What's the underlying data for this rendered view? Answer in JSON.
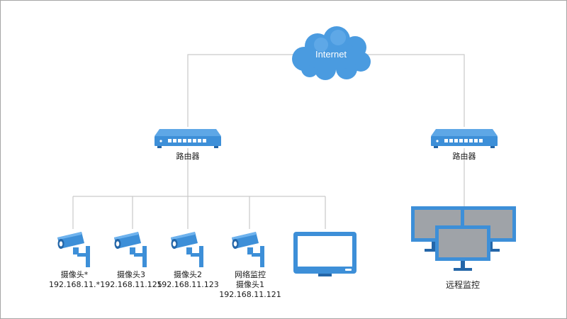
{
  "diagram": {
    "internet_label": "Internet",
    "local_router_label": "路由器",
    "remote_router_label": "路由器",
    "cameras": [
      {
        "name": "摄像头*",
        "ip": "192.168.11.*"
      },
      {
        "name": "摄像头3",
        "ip": "192.168.11.125"
      },
      {
        "name": "摄像头2",
        "ip": "192.168.11.123"
      },
      {
        "name_line1": "网络监控",
        "name_line2": "摄像头1",
        "ip": "192.168.11.121"
      }
    ],
    "remote_monitor_label": "远程监控"
  },
  "colors": {
    "accent": "#3d8fd8",
    "accent_dark": "#2466a8",
    "router_top": "#5ea7e6",
    "screen_gray": "#9fa3a8",
    "wire": "#c9c9c9"
  },
  "icons": [
    "cloud-icon",
    "router-icon",
    "camera-icon",
    "monitor-icon",
    "multi-monitor-icon"
  ]
}
